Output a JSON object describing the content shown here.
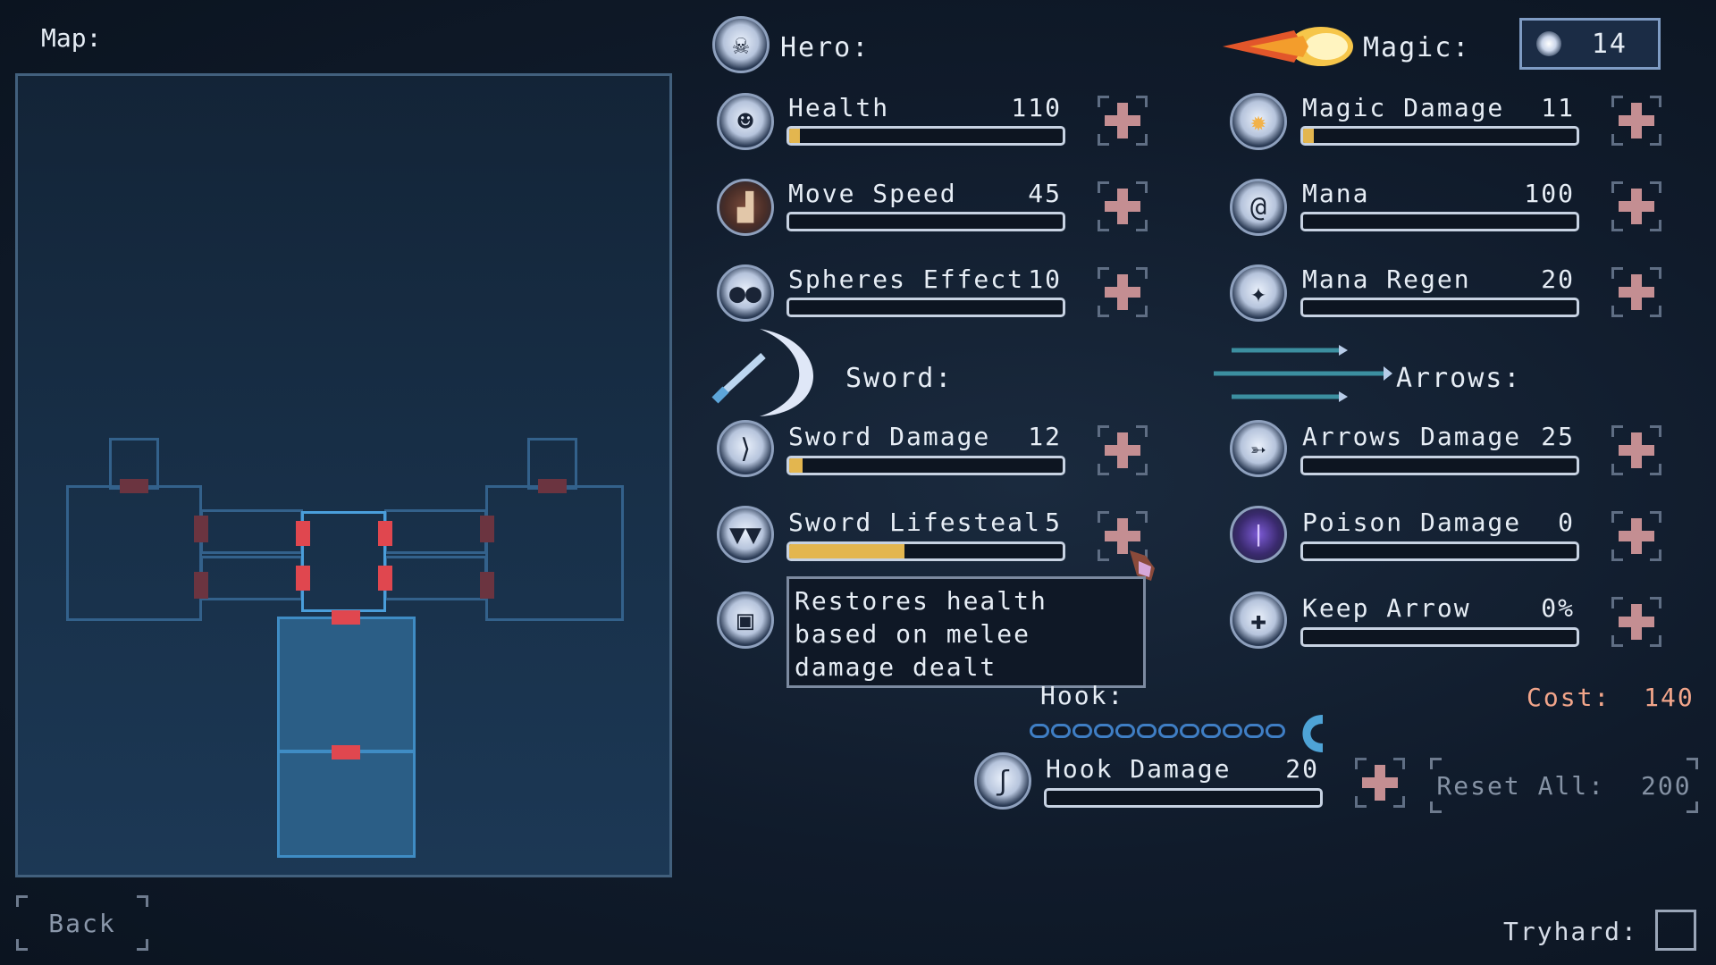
{
  "map": {
    "title": "Map:"
  },
  "hero": {
    "title": "Hero:",
    "stats": [
      {
        "name": "Health",
        "value": "110",
        "fill": 0.04,
        "icon": "skull-icon"
      },
      {
        "name": "Move Speed",
        "value": "45",
        "fill": 0,
        "icon": "boot-icon"
      },
      {
        "name": "Spheres Effect",
        "value": "10",
        "fill": 0,
        "icon": "spheres-icon"
      }
    ]
  },
  "magic": {
    "title": "Magic:",
    "counter": "14",
    "stats": [
      {
        "name": "Magic Damage",
        "value": "11",
        "fill": 0.04,
        "icon": "fireball-icon"
      },
      {
        "name": "Mana",
        "value": "100",
        "fill": 0,
        "icon": "swirl-icon"
      },
      {
        "name": "Mana Regen",
        "value": "20",
        "fill": 0,
        "icon": "sparkle-icon"
      }
    ]
  },
  "sword": {
    "title": "Sword:",
    "stats": [
      {
        "name": "Sword Damage",
        "value": "12",
        "fill": 0.05,
        "icon": "slash-icon"
      },
      {
        "name": "Sword Lifesteal",
        "value": "5",
        "fill": 0.42,
        "icon": "fangs-icon"
      }
    ],
    "tooltip": [
      "Restores health",
      "based on melee",
      "damage dealt"
    ]
  },
  "arrows": {
    "title": "Arrows:",
    "stats": [
      {
        "name": "Arrows Damage",
        "value": "25",
        "fill": 0,
        "icon": "bow-icon"
      },
      {
        "name": "Poison Damage",
        "value": "0",
        "fill": 0,
        "icon": "poison-icon"
      },
      {
        "name": "Keep Arrow",
        "value": "0%",
        "fill": 0,
        "icon": "quiver-icon"
      }
    ]
  },
  "hook": {
    "title": "Hook:",
    "stats": [
      {
        "name": "Hook Damage",
        "value": "20",
        "fill": 0,
        "icon": "hook-icon"
      }
    ]
  },
  "cost": {
    "label": "Cost:",
    "value": "140"
  },
  "reset": {
    "label": "Reset All:",
    "value": "200"
  },
  "back_label": "Back",
  "tryhard_label": "Tryhard:",
  "colors": {
    "bar_fill": "#e3b64f",
    "plus": "#c48e92",
    "cost": "#f2a58a",
    "door_active": "#e0474f"
  }
}
